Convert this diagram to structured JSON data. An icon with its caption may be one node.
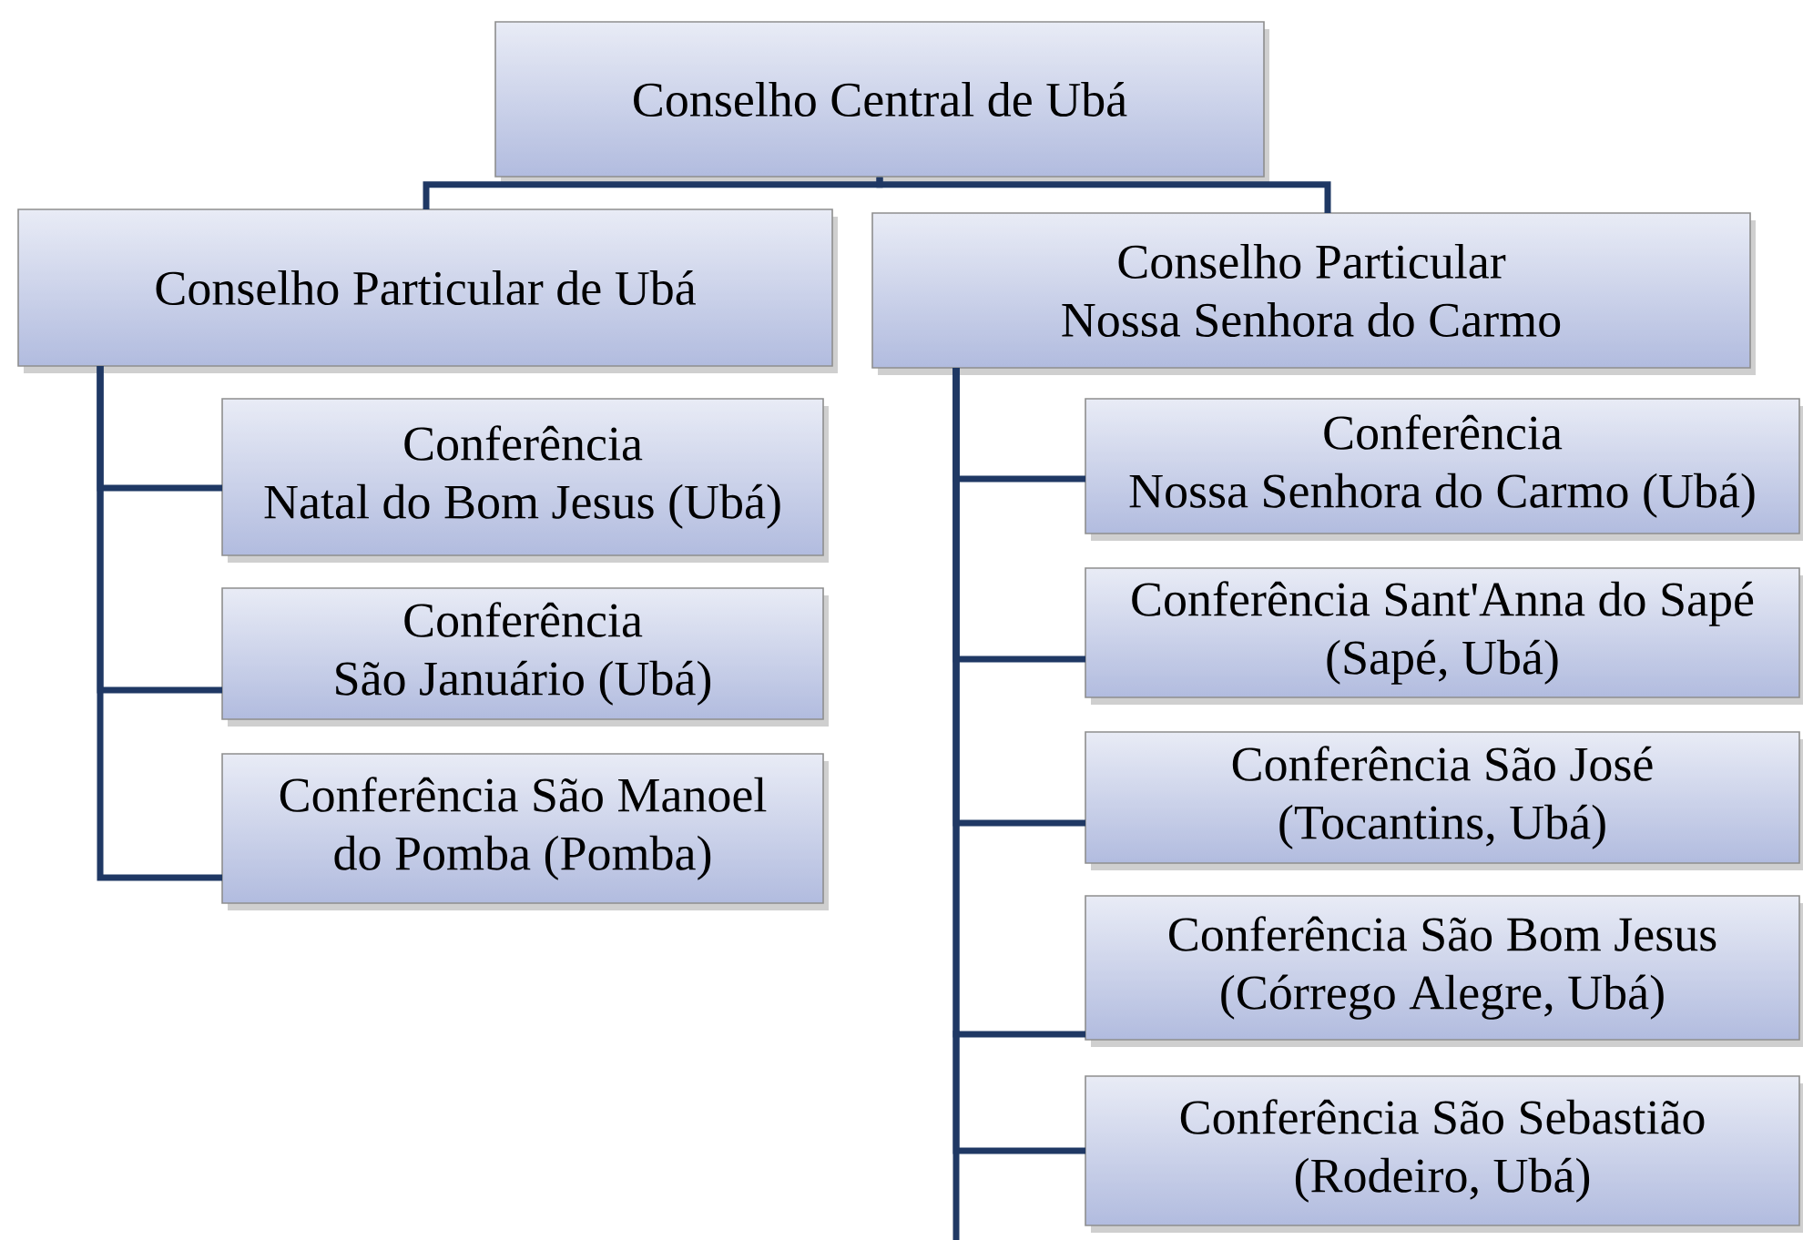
{
  "diagram": {
    "nodes": [
      {
        "text": [
          "Conselho Central de Ubá"
        ]
      },
      {
        "text": [
          "Conselho Particular de Ubá"
        ]
      },
      {
        "text": [
          "Conselho Particular Nossa Senhora do Carmo"
        ]
      },
      {
        "text": [
          "Conferência Natal do Bom Jesus (Ubá)"
        ]
      },
      {
        "text": [
          "Conferência São Januário (Ubá)"
        ]
      },
      {
        "text": [
          "Conferência São Manoel do Pomba (Pomba)"
        ]
      },
      {
        "text": [
          "Conferência Nossa Senhora do Carmo (Ubá)"
        ]
      },
      {
        "text": [
          "Conferência Sant'Anna do Sapé (Sapé, Ubá)"
        ]
      },
      {
        "text": [
          "Conferência São José (Tocantins, Ubá)"
        ]
      },
      {
        "text": [
          "Conferência São Bom Jesus (Córrego Alegre, Ubá)"
        ]
      },
      {
        "text": [
          "Conferência São Sebastião (Rodeiro, Ubá)"
        ]
      }
    ],
    "edges": [
      {
        "from": 0,
        "to": 1,
        "arrow": "none"
      },
      {
        "from": 0,
        "to": 2,
        "arrow": "none"
      },
      {
        "from": 1,
        "to": 3,
        "arrow": "none"
      },
      {
        "from": 1,
        "to": 4,
        "arrow": "none"
      },
      {
        "from": 1,
        "to": 5,
        "arrow": "none"
      },
      {
        "from": 2,
        "to": 6,
        "arrow": "none"
      },
      {
        "from": 2,
        "to": 7,
        "arrow": "none"
      },
      {
        "from": 2,
        "to": 8,
        "arrow": "none"
      },
      {
        "from": 2,
        "to": 9,
        "arrow": "none"
      },
      {
        "from": 2,
        "to": 10,
        "arrow": "none"
      }
    ]
  }
}
